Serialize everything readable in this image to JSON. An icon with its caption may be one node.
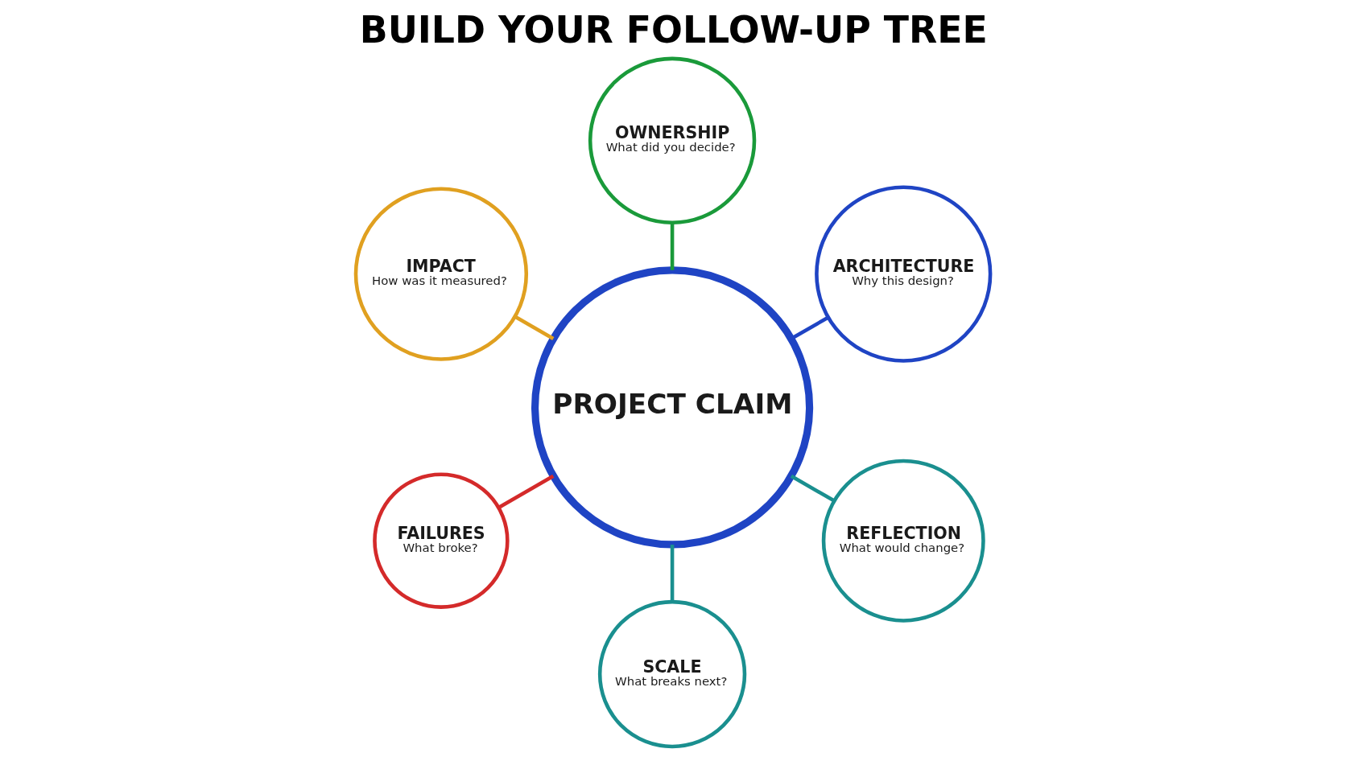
{
  "diagram": {
    "title": "BUILD YOUR FOLLOW-UP TREE",
    "nodes": [
      {
        "text": [
          "ARCHITECTURE",
          "Why this design?"
        ]
      },
      {
        "text": [
          "OWNERSHIP",
          "What did you decide?"
        ]
      },
      {
        "text": [
          "IMPACT",
          "How was it measured?"
        ]
      },
      {
        "text": [
          "PROJECT CLAIM"
        ]
      },
      {
        "text": [
          "FAILURES",
          "What broke?"
        ]
      },
      {
        "text": [
          "SCALE",
          "What breaks next?"
        ]
      },
      {
        "text": [
          "REFLECTION",
          "What would change?"
        ]
      }
    ],
    "edges": [
      {
        "from": 3,
        "to": 0,
        "arrow": "none",
        "color": "#1f44c4"
      },
      {
        "from": 3,
        "to": 1,
        "arrow": "none",
        "color": "#1a9a3a"
      },
      {
        "from": 3,
        "to": 2,
        "arrow": "none",
        "color": "#e0a020"
      },
      {
        "from": 3,
        "to": 4,
        "arrow": "none",
        "color": "#d42a2a"
      },
      {
        "from": 3,
        "to": 5,
        "arrow": "none",
        "color": "#1a8f8f"
      },
      {
        "from": 3,
        "to": 6,
        "arrow": "none",
        "color": "#1a8f8f"
      }
    ]
  }
}
